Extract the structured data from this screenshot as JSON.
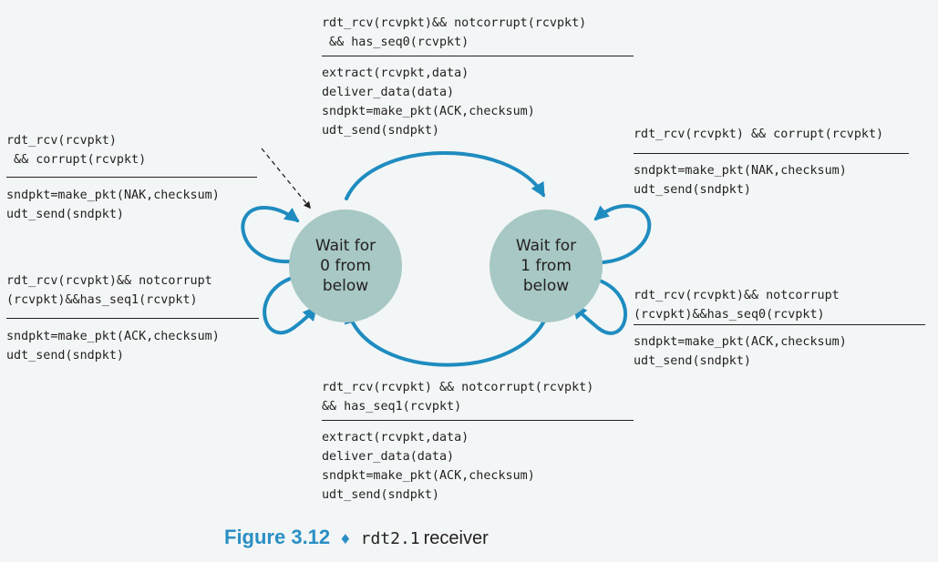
{
  "colors": {
    "background": "#f3f6f6",
    "state_fill": "#a7c8c4",
    "transition_arrow": "#1e8cc0",
    "caption_accent": "#2a8fc4",
    "text": "#231f20"
  },
  "states": [
    {
      "id": "wait0",
      "label": "Wait for\n0 from\nbelow"
    },
    {
      "id": "wait1",
      "label": "Wait for\n1 from\nbelow"
    }
  ],
  "transitions": {
    "wait0_to_wait1": {
      "event": "rdt_rcv(rcvpkt)&& notcorrupt(rcvpkt)\n && has_seq0(rcvpkt)",
      "action": "extract(rcvpkt,data)\ndeliver_data(data)\nsndpkt=make_pkt(ACK,checksum)\nudt_send(sndpkt)"
    },
    "wait0_corrupt": {
      "event": "rdt_rcv(rcvpkt)\n && corrupt(rcvpkt)",
      "action": "sndpkt=make_pkt(NAK,checksum)\nudt_send(sndpkt)"
    },
    "wait0_seq1": {
      "event": "rdt_rcv(rcvpkt)&& notcorrupt\n(rcvpkt)&&has_seq1(rcvpkt)",
      "action": "sndpkt=make_pkt(ACK,checksum)\nudt_send(sndpkt)"
    },
    "wait1_corrupt": {
      "event": "rdt_rcv(rcvpkt) && corrupt(rcvpkt)",
      "action": "sndpkt=make_pkt(NAK,checksum)\nudt_send(sndpkt)"
    },
    "wait1_seq0": {
      "event": "rdt_rcv(rcvpkt)&& notcorrupt\n(rcvpkt)&&has_seq0(rcvpkt)",
      "action": "sndpkt=make_pkt(ACK,checksum)\nudt_send(sndpkt)"
    },
    "wait1_to_wait0": {
      "event": "rdt_rcv(rcvpkt) && notcorrupt(rcvpkt)\n&& has_seq1(rcvpkt)",
      "action": "extract(rcvpkt,data)\ndeliver_data(data)\nsndpkt=make_pkt(ACK,checksum)\nudt_send(sndpkt)"
    }
  },
  "caption": {
    "figure": "Figure 3.12",
    "separator": "♦",
    "mono": "rdt2.1",
    "text": "receiver"
  }
}
